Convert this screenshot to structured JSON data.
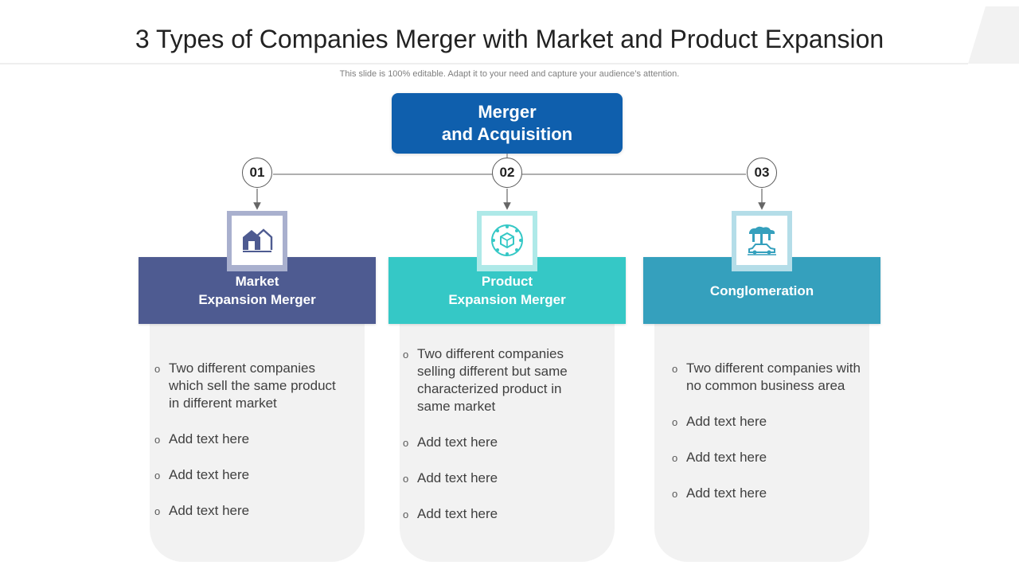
{
  "header": {
    "title": "3 Types of Companies Merger with Market and Product Expansion",
    "subtitle": "This slide is 100% editable. Adapt it to your need and capture your audience’s attention."
  },
  "root": {
    "line1": "Merger",
    "line2": "and Acquisition"
  },
  "bullet_marker": "o",
  "colors": {
    "root": "#0f5fad",
    "market": "#4e5b91",
    "product": "#35c8c6",
    "conglomeration": "#35a0bd",
    "card": "#f2f2f2"
  },
  "columns": [
    {
      "number": "01",
      "icon": "house-expansion-icon",
      "title_line1": "Market",
      "title_line2": "Expansion Merger",
      "bullets": [
        "Two different companies which sell the same product in different market",
        "Add text here",
        "Add text here",
        "Add text here"
      ]
    },
    {
      "number": "02",
      "icon": "product-network-icon",
      "title_line1": "Product",
      "title_line2": "Expansion Merger",
      "bullets": [
        "Two different companies selling different but same characterized product in same market",
        "Add text here",
        "Add text here",
        "Add text here"
      ]
    },
    {
      "number": "03",
      "icon": "factory-car-icon",
      "title_line1": "Conglomeration",
      "title_line2": "",
      "bullets": [
        "Two different companies with no common business area",
        "Add text here",
        "Add text here",
        "Add text here"
      ]
    }
  ]
}
